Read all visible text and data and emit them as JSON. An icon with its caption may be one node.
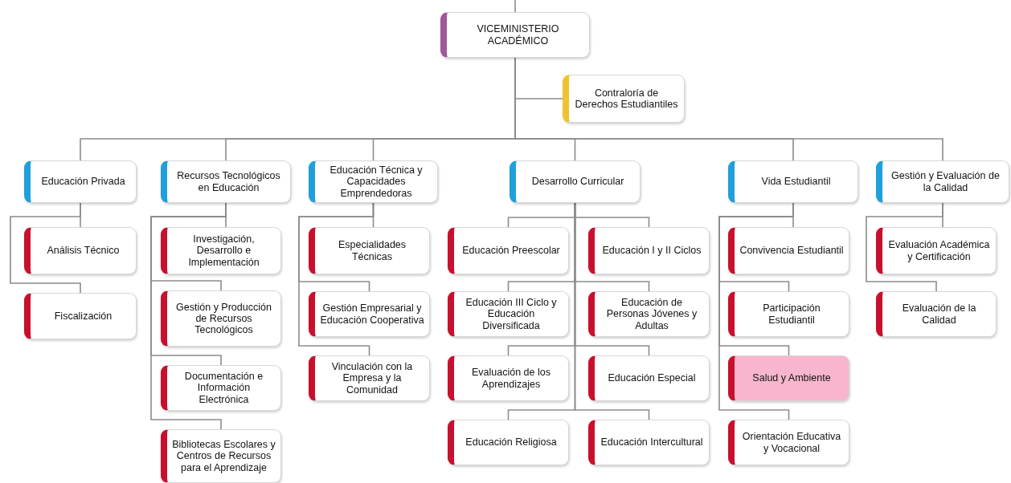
{
  "diagram": {
    "nodes": [
      {
        "text": [
          "VICEMINISTERIO ACADÉMICO"
        ]
      },
      {
        "text": [
          "Contraloría de Derechos Estudiantiles"
        ]
      },
      {
        "text": [
          "Educación Privada"
        ]
      },
      {
        "text": [
          "Recursos Tecnológicos en Educación"
        ]
      },
      {
        "text": [
          "Educación Técnica y Capacidades Emprendedoras"
        ]
      },
      {
        "text": [
          "Desarrollo Curricular"
        ]
      },
      {
        "text": [
          "Vida Estudiantil"
        ]
      },
      {
        "text": [
          "Gestión y Evaluación de la Calidad"
        ]
      },
      {
        "text": [
          "Análisis Técnico"
        ]
      },
      {
        "text": [
          "Fiscalización"
        ]
      },
      {
        "text": [
          "Investigación, Desarrollo e Implementación"
        ]
      },
      {
        "text": [
          "Gestión y Producción de Recursos Tecnológicos"
        ]
      },
      {
        "text": [
          "Documentación e Información Electrónica"
        ]
      },
      {
        "text": [
          "Bibliotecas Escolares y Centros de Recursos para el Aprendizaje"
        ]
      },
      {
        "text": [
          "Especialidades Técnicas"
        ]
      },
      {
        "text": [
          "Gestión Empresarial y Educación Cooperativa"
        ]
      },
      {
        "text": [
          "Vinculación con la Empresa y la Comunidad"
        ]
      },
      {
        "text": [
          "Educación Preescolar"
        ]
      },
      {
        "text": [
          "Educación I y II Ciclos"
        ]
      },
      {
        "text": [
          "Educación III Ciclo y Educación Diversificada"
        ]
      },
      {
        "text": [
          "Educación de Personas Jóvenes y Adultas"
        ]
      },
      {
        "text": [
          "Evaluación de los Aprendizajes"
        ]
      },
      {
        "text": [
          "Educación Especial"
        ]
      },
      {
        "text": [
          "Educación Religiosa"
        ]
      },
      {
        "text": [
          "Educación Intercultural"
        ]
      },
      {
        "text": [
          "Convivencia Estudiantil"
        ]
      },
      {
        "text": [
          "Participación Estudiantil"
        ]
      },
      {
        "text": [
          "Salud y Ambiente"
        ]
      },
      {
        "text": [
          "Orientación Educativa y Vocacional"
        ]
      },
      {
        "text": [
          "Evaluación Académica y Certificación"
        ]
      },
      {
        "text": [
          "Evaluación de la Calidad"
        ]
      }
    ],
    "edges": [
      {
        "from": null,
        "to": 0,
        "arrow": "none"
      },
      {
        "from": 0,
        "to": 1,
        "arrow": "none"
      },
      {
        "from": 0,
        "to": 2,
        "arrow": "none"
      },
      {
        "from": 0,
        "to": 3,
        "arrow": "none"
      },
      {
        "from": 0,
        "to": 4,
        "arrow": "none"
      },
      {
        "from": 0,
        "to": 5,
        "arrow": "none"
      },
      {
        "from": 0,
        "to": 6,
        "arrow": "none"
      },
      {
        "from": 0,
        "to": 7,
        "arrow": "none"
      },
      {
        "from": 2,
        "to": 8,
        "arrow": "none"
      },
      {
        "from": 2,
        "to": 9,
        "arrow": "none"
      },
      {
        "from": 3,
        "to": 10,
        "arrow": "none"
      },
      {
        "from": 3,
        "to": 11,
        "arrow": "none"
      },
      {
        "from": 3,
        "to": 12,
        "arrow": "none"
      },
      {
        "from": 3,
        "to": 13,
        "arrow": "none"
      },
      {
        "from": 4,
        "to": 14,
        "arrow": "none"
      },
      {
        "from": 4,
        "to": 15,
        "arrow": "none"
      },
      {
        "from": 4,
        "to": 16,
        "arrow": "none"
      },
      {
        "from": 5,
        "to": 17,
        "arrow": "none"
      },
      {
        "from": 5,
        "to": 18,
        "arrow": "none"
      },
      {
        "from": 5,
        "to": 19,
        "arrow": "none"
      },
      {
        "from": 5,
        "to": 20,
        "arrow": "none"
      },
      {
        "from": 5,
        "to": 21,
        "arrow": "none"
      },
      {
        "from": 5,
        "to": 22,
        "arrow": "none"
      },
      {
        "from": 5,
        "to": 23,
        "arrow": "none"
      },
      {
        "from": 5,
        "to": 24,
        "arrow": "none"
      },
      {
        "from": 6,
        "to": 25,
        "arrow": "none"
      },
      {
        "from": 6,
        "to": 26,
        "arrow": "none"
      },
      {
        "from": 6,
        "to": 27,
        "arrow": "none"
      },
      {
        "from": 6,
        "to": 28,
        "arrow": "none"
      },
      {
        "from": 7,
        "to": 29,
        "arrow": "none"
      },
      {
        "from": 7,
        "to": 30,
        "arrow": "none"
      }
    ]
  }
}
